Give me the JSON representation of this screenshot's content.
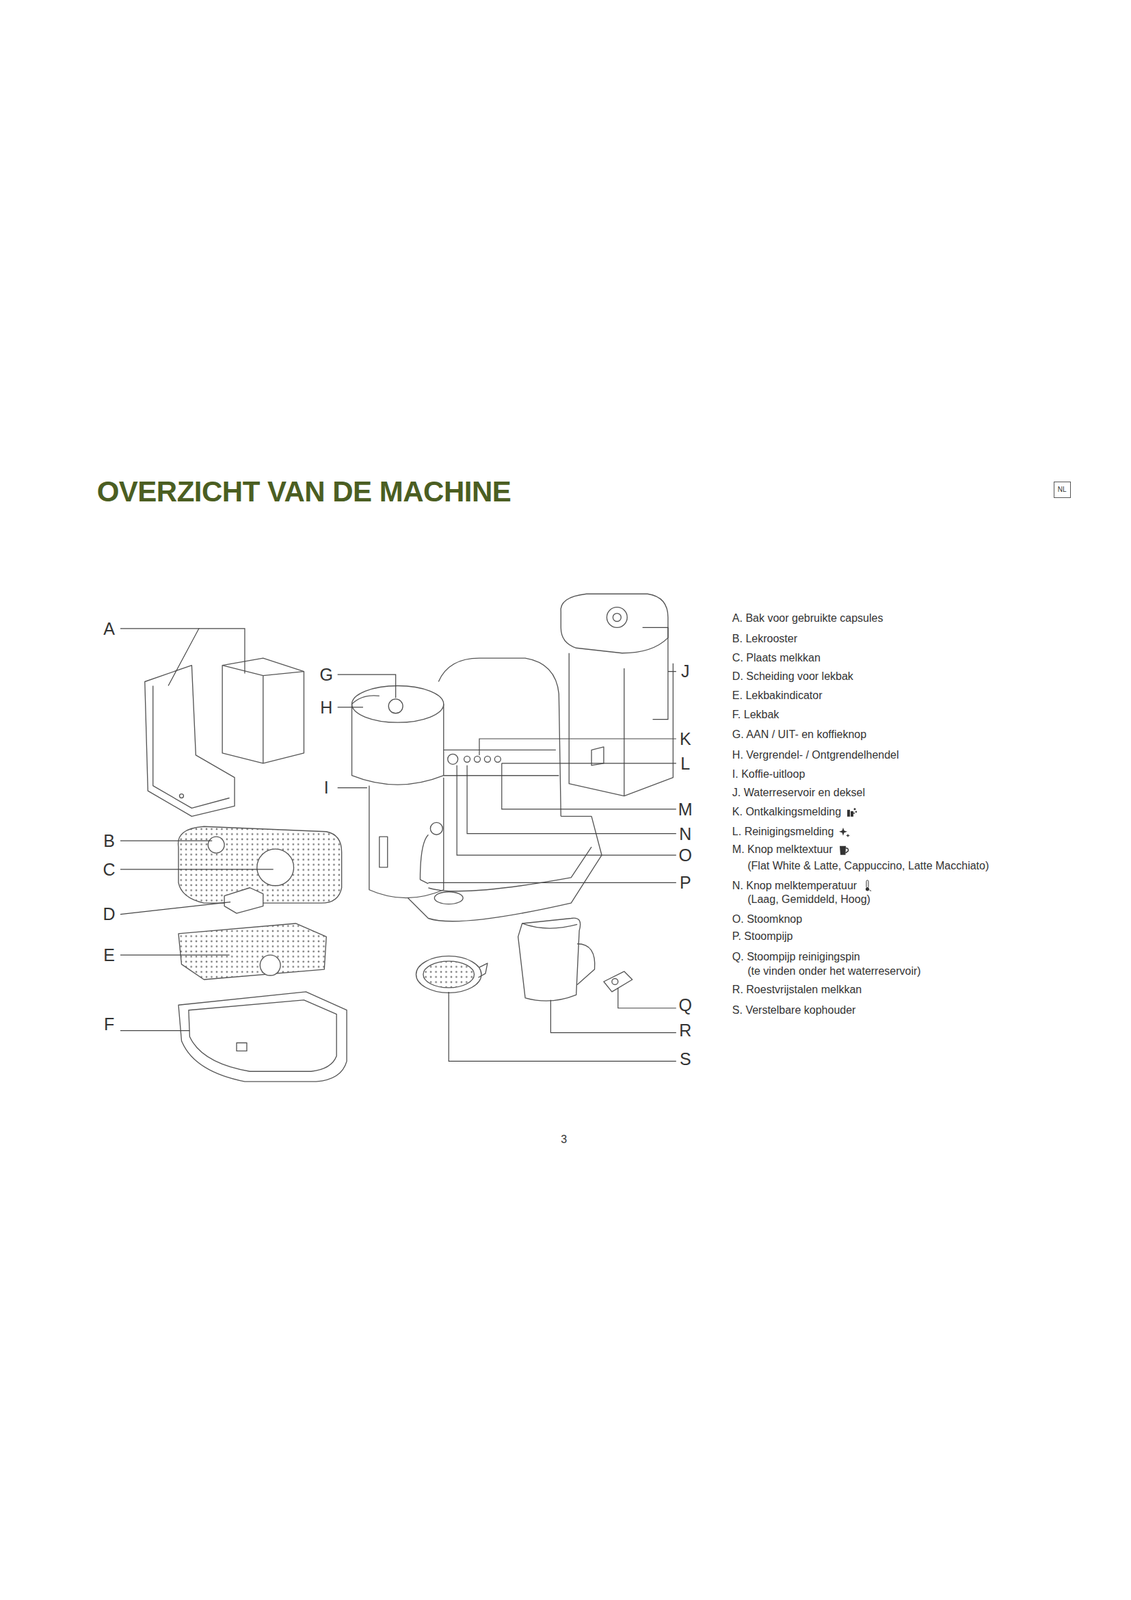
{
  "diagram": {
    "title": "OVERZICHT VAN DE MACHINE",
    "nodes": [
      {
        "text": [
          "NL"
        ]
      }
    ],
    "labels": [
      "A",
      "B",
      "C",
      "D",
      "E",
      "F",
      "G",
      "H",
      "I",
      "J",
      "K",
      "L",
      "M",
      "N",
      "O",
      "P",
      "Q",
      "R",
      "S",
      "A. Bak voor gebruikte capsules",
      "B. Lekrooster",
      "C. Plaats melkkan",
      "D. Scheiding voor lekbak",
      "E. Lekbakindicator",
      "F. Lekbak",
      "G. AAN / UIT- en koffieknop",
      "H. Vergrendel- / Ontgrendelhendel",
      "I. Koffie-uitloop",
      "J. Waterreservoir en deksel",
      "K. Ontkalkingsmelding",
      "L. Reinigingsmelding",
      "M. Knop melktextuur",
      "(Flat White & Latte, Cappuccino, Latte Macchiato)",
      "N. Knop melktemperatuur",
      "(Laag, Gemiddeld, Hoog)",
      "O. Stoomknop",
      "P. Stoompijp",
      "Q. Stoompijp reinigingspin",
      "(te vinden onder het waterreservoir)",
      "R. Roestvrijstalen melkkan",
      "S. Verstelbare kophouder",
      "3"
    ]
  }
}
